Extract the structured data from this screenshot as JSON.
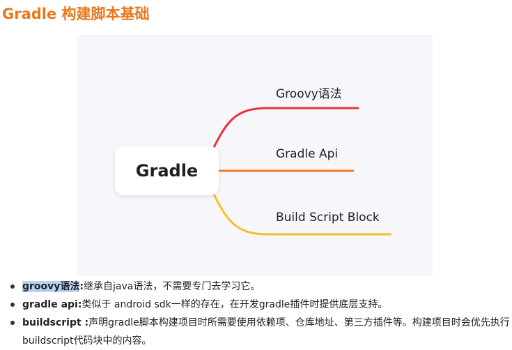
{
  "page": {
    "title": "Gradle 构建脚本基础"
  },
  "mindmap": {
    "center": "Gradle",
    "branches": [
      {
        "label": "Groovy语法",
        "color": "#e8333a"
      },
      {
        "label": "Gradle Api",
        "color": "#ee7d2c"
      },
      {
        "label": "Build Script Block",
        "color": "#f4bf2f"
      }
    ]
  },
  "items": [
    {
      "term_highlight": "groovy语法",
      "term_rest": ":",
      "desc": "继承自java语法，不需要专门去学习它。"
    },
    {
      "term_highlight": "",
      "term_rest": "gradle api:",
      "desc": "类似于 android sdk一样的存在，在开发gradle插件时提供底层支持。"
    },
    {
      "term_highlight": "",
      "term_rest": "buildscript :",
      "desc": "声明gradle脚本构建项目时所需要使用依赖项、仓库地址、第三方插件等。构建项目时会优先执行buildscript代码块中的内容。"
    }
  ],
  "colors": {
    "title": "#e8781e",
    "highlight": "#b8d2f2"
  }
}
